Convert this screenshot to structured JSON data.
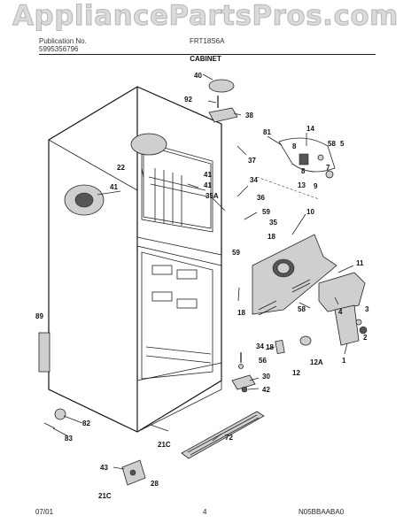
{
  "watermark": "AppliancePartsPros.com",
  "header": {
    "pub_label": "Publication No.",
    "pub_number": "5995356796",
    "model": "FRT18S6A",
    "section": "CABINET"
  },
  "footer": {
    "date": "07/01",
    "page": "4",
    "code": "N05BBAABA0"
  },
  "callouts": [
    "40",
    "92",
    "38",
    "81",
    "14",
    "8",
    "58",
    "5",
    "37",
    "7",
    "8",
    "13",
    "9",
    "22",
    "41",
    "41",
    "34",
    "35A",
    "36",
    "59",
    "35",
    "18",
    "10",
    "41",
    "59",
    "11",
    "18",
    "89",
    "58",
    "4",
    "3",
    "2",
    "34",
    "56",
    "18",
    "12A",
    "1",
    "12",
    "30",
    "42",
    "82",
    "83",
    "43",
    "28",
    "21C",
    "21C",
    "72"
  ]
}
